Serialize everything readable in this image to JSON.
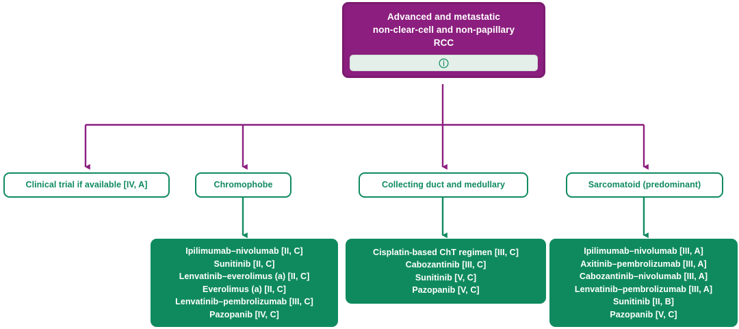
{
  "diagram": {
    "root": {
      "title": "Advanced and metastatic\nnon-clear-cell and non-papillary\nRCC",
      "info_icon": "info-circle-icon",
      "fill_color": "#8b1e7e",
      "text_color": "#ffffff"
    },
    "colors": {
      "purple": "#8b1e7e",
      "green": "#0f8a5f",
      "info_bar": "#e4efea",
      "white": "#ffffff"
    },
    "branches": [
      {
        "label": "Clinical trial if available [IV, A]",
        "treatments": []
      },
      {
        "label": "Chromophobe",
        "treatments": [
          "Ipilimumab–nivolumab [II, C]",
          "Sunitinib [II, C]",
          "Lenvatinib–everolimus (a) [II, C]",
          "Everolimus (a) [II, C]",
          "Lenvatinib–pembrolizumab [III, C]",
          "Pazopanib [IV, C]"
        ]
      },
      {
        "label": "Collecting duct and medullary",
        "treatments": [
          "Cisplatin-based ChT regimen [III, C]",
          "Cabozantinib [III, C]",
          "Sunitinib [V, C]",
          "Pazopanib [V, C]"
        ]
      },
      {
        "label": "Sarcomatoid (predominant)",
        "treatments": [
          "Ipilimumab–nivolumab [III, A]",
          "Axitinib–pembrolizumab [III, A]",
          "Cabozantinib–nivolumab [III, A]",
          "Lenvatinib–pembrolizumab [III, A]",
          "Sunitinib [II, B]",
          "Pazopanib [V, C]"
        ]
      }
    ]
  }
}
